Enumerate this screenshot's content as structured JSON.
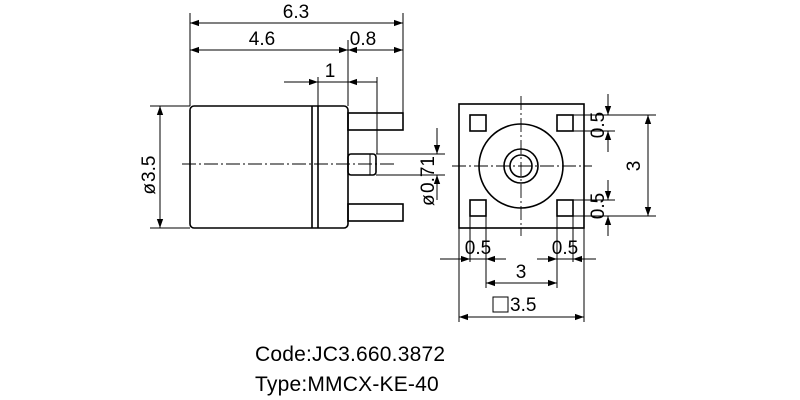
{
  "side_view": {
    "dim_total_length": "6.3",
    "dim_body_length": "4.6",
    "dim_pin_offset": "0.8",
    "dim_flange": "1",
    "dim_body_diameter": "3.5",
    "dim_pin_diameter": "0.71"
  },
  "bottom_view": {
    "dim_pad_top": "0.5",
    "dim_pitch_vertical": "3",
    "dim_pad_bottom": "0.5",
    "dim_pad_left": "0.5",
    "dim_pad_right": "0.5",
    "dim_pitch_horizontal": "3",
    "dim_square": "3.5"
  },
  "info": {
    "code_text": "Code:JC3.660.3872",
    "type_text": "Type:MMCX-KE-40"
  }
}
